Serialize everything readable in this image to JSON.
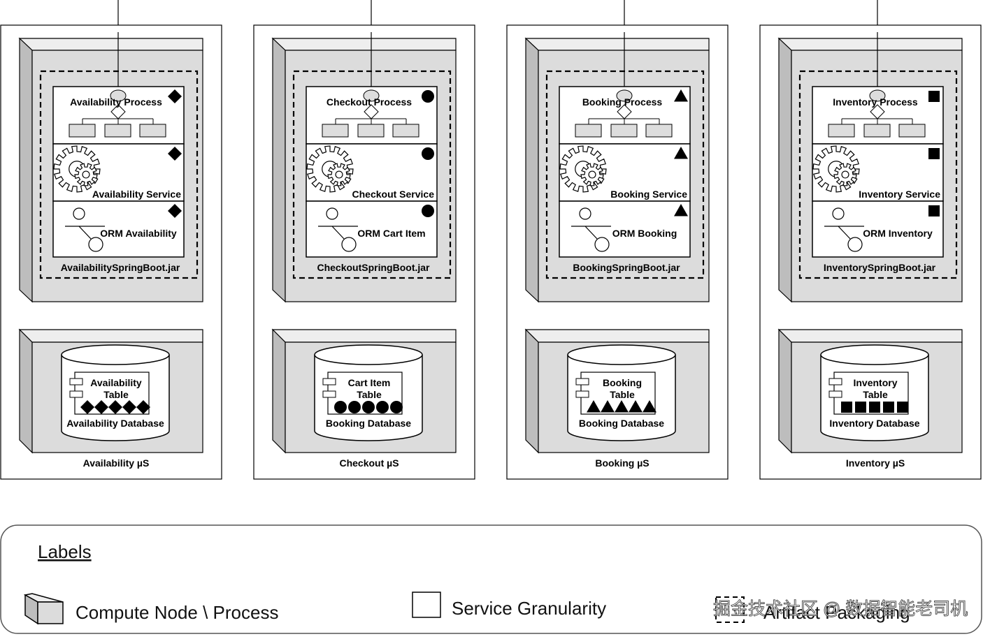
{
  "services": [
    {
      "id": "availability",
      "label": "Availability µS",
      "process": "Availability Process",
      "service": "Availability Service",
      "orm": "ORM Availability",
      "jar": "AvailabilitySpringBoot.jar",
      "table_line1": "Availability",
      "table_line2": "Table",
      "database": "Availability Database",
      "marker": "diamond"
    },
    {
      "id": "checkout",
      "label": "Checkout µS",
      "process": "Checkout Process",
      "service": "Checkout Service",
      "orm": "ORM Cart Item",
      "jar": "CheckoutSpringBoot.jar",
      "table_line1": "Cart Item",
      "table_line2": "Table",
      "database": "Booking Database",
      "marker": "circle"
    },
    {
      "id": "booking",
      "label": "Booking µS",
      "process": "Booking Process",
      "service": "Booking Service",
      "orm": "ORM Booking",
      "jar": "BookingSpringBoot.jar",
      "table_line1": "Booking",
      "table_line2": "Table",
      "database": "Booking Database",
      "marker": "triangle"
    },
    {
      "id": "inventory",
      "label": "Inventory µS",
      "process": "Inventory Process",
      "service": "Inventory Service",
      "orm": "ORM Inventory",
      "jar": "InventorySpringBoot.jar",
      "table_line1": "Inventory",
      "table_line2": "Table",
      "database": "Inventory Database",
      "marker": "square"
    }
  ],
  "legend": {
    "title": "Labels",
    "compute_node": "Compute Node \\ Process",
    "service_granularity": "Service Granularity",
    "artifact_packaging": "Artifact Packaging"
  },
  "watermark": "掘金技术社区 @ 数据智能老司机",
  "colors": {
    "node_fill": "#dcdcdc",
    "node_side": "#bdbdbd",
    "node_top": "#eeeeee",
    "stroke": "#000000",
    "white": "#ffffff"
  }
}
